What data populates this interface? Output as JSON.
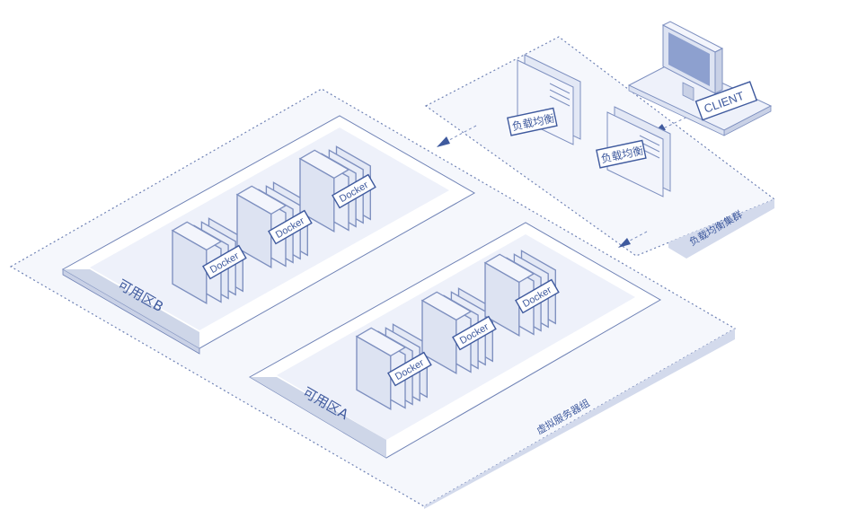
{
  "zones": {
    "zone_b": "可用区B",
    "zone_a": "可用区A"
  },
  "groups": {
    "virtual_server_group": "虚拟服务器组",
    "lb_cluster": "负载均衡集群"
  },
  "load_balancers": [
    "负载均衡",
    "负载均衡"
  ],
  "client_label": "CLIENT",
  "docker_label": "Docker",
  "docker_hosts": {
    "zone_b": [
      "Docker",
      "Docker",
      "Docker"
    ],
    "zone_a": [
      "Docker",
      "Docker",
      "Docker"
    ]
  },
  "colors": {
    "accent": "#3f5a9e",
    "pale_fill": "#eef1fa",
    "band_fill": "#c9d1e6",
    "line": "#7d8fbf"
  }
}
